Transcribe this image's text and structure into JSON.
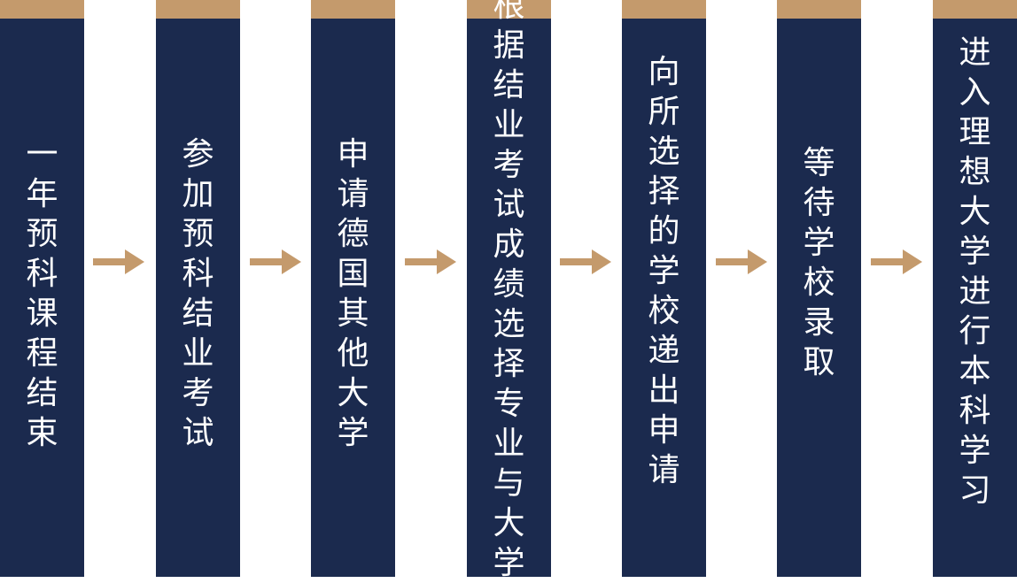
{
  "colors": {
    "cap": "#c49a6c",
    "body": "#1b2a4e",
    "text": "#ffffff",
    "arrow": "#c49a6c"
  },
  "steps": [
    {
      "label": "一年预科课程结束"
    },
    {
      "label": "参加预科结业考试"
    },
    {
      "label": "申请德国其他大学"
    },
    {
      "label": "根据结业考试成绩选择专业与大学"
    },
    {
      "label": "向所选择的学校递出申请"
    },
    {
      "label": "等待学校录取"
    },
    {
      "label": "进入理想大学进行本科学习"
    }
  ]
}
